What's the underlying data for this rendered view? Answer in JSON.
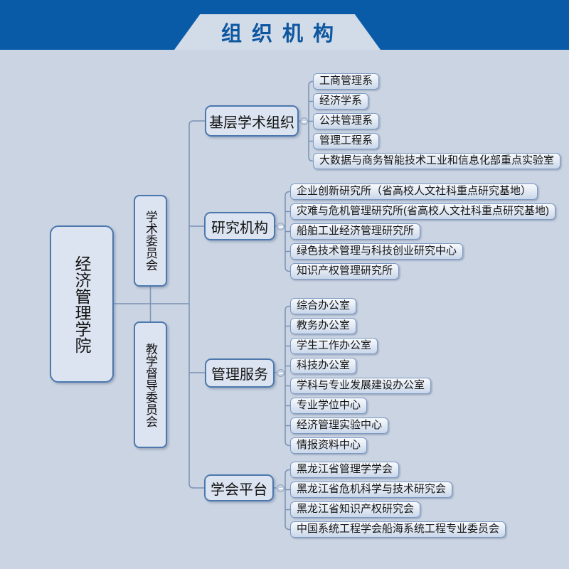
{
  "header": {
    "title": "组织机构"
  },
  "colors": {
    "banner_blue": "#0a5ba7",
    "title_blue": "#0d57a0",
    "background": "#cad4e2",
    "node_fill": "#dce4f1",
    "node_border": "#4d78ad",
    "leaf_border": "#7e9ac2",
    "connector_line": "#7a92b5"
  },
  "icons": {
    "collapse": "minus-icon"
  },
  "root": {
    "label": "经济管理学院"
  },
  "committees": [
    {
      "label": "学术委员会"
    },
    {
      "label": "教学督导委员会"
    }
  ],
  "branches": [
    {
      "label": "基层学术组织",
      "children": [
        "工商管理系",
        "经济学系",
        "公共管理系",
        "管理工程系",
        "大数据与商务智能技术工业和信息化部重点实验室"
      ]
    },
    {
      "label": "研究机构",
      "children": [
        "企业创新研究所（省高校人文社科重点研究基地）",
        "灾难与危机管理研究所(省高校人文社科重点研究基地)",
        "船舶工业经济管理研究所",
        "绿色技术管理与科技创业研究中心",
        "知识产权管理研究所"
      ]
    },
    {
      "label": "管理服务",
      "children": [
        "综合办公室",
        "教务办公室",
        "学生工作办公室",
        "科技办公室",
        "学科与专业发展建设办公室",
        "专业学位中心",
        "经济管理实验中心",
        "情报资料中心"
      ]
    },
    {
      "label": "学会平台",
      "children": [
        "黑龙江省管理学学会",
        "黑龙江省危机科学与技术研究会",
        "黑龙江省知识产权研究会",
        "中国系统工程学会船海系统工程专业委员会"
      ]
    }
  ]
}
